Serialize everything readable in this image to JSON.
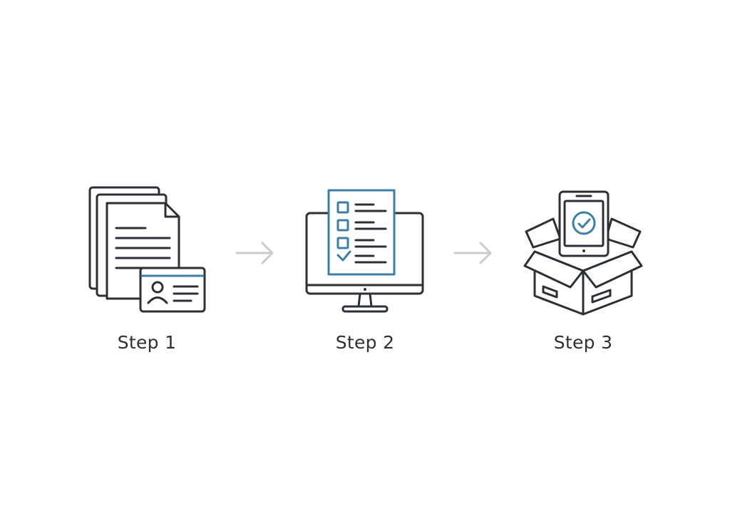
{
  "steps": [
    {
      "label": "Step 1",
      "icon": "documents-id-card-icon"
    },
    {
      "label": "Step 2",
      "icon": "monitor-checklist-icon"
    },
    {
      "label": "Step 3",
      "icon": "box-phone-check-icon"
    }
  ],
  "connectors": [
    "arrow-right-icon",
    "arrow-right-icon"
  ],
  "colors": {
    "outline": "#2b2f36",
    "accent": "#3d7ea6",
    "arrow": "#c9cbcd",
    "label": "#2c3036",
    "background": "#ffffff"
  }
}
